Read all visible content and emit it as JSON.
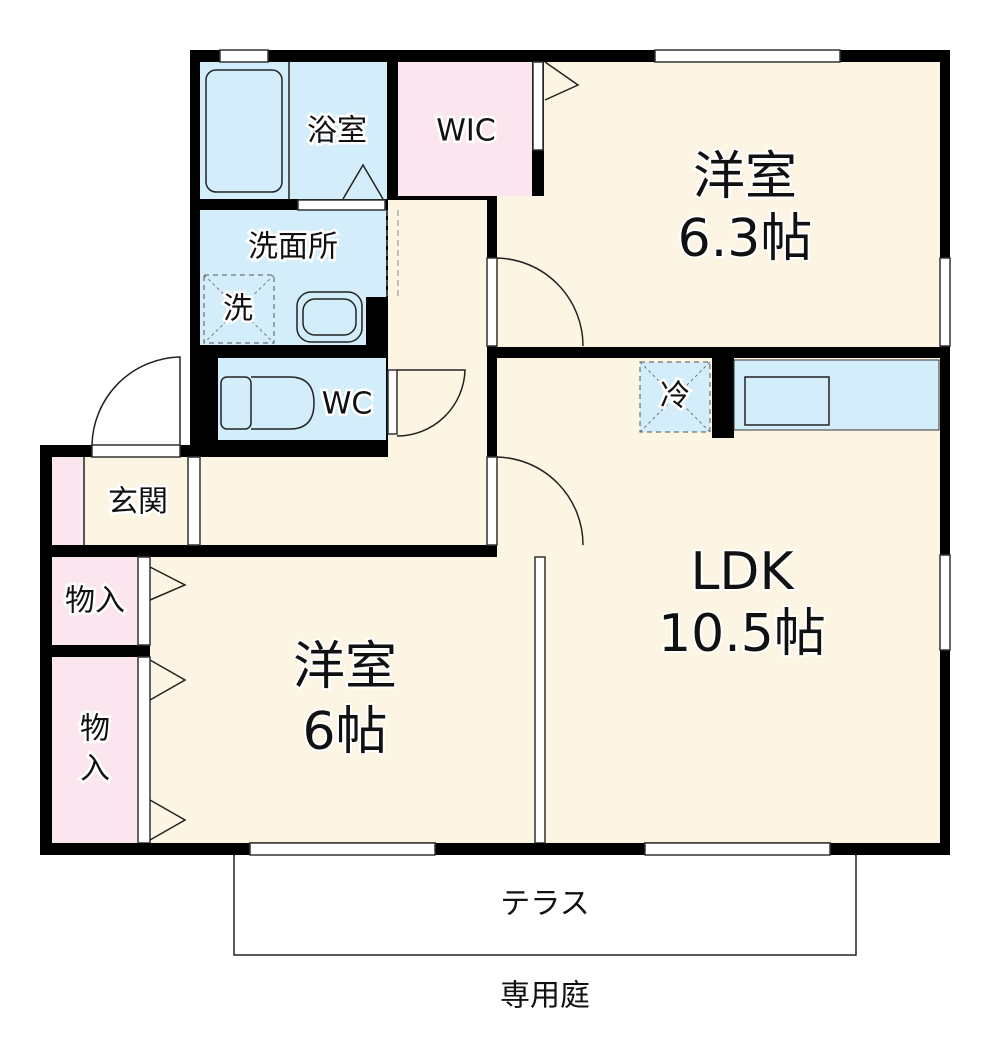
{
  "colors": {
    "wet_area": "#d3eefa",
    "storage": "#fbe6ef",
    "floor": "#fdf5e3",
    "wall": "#000000"
  },
  "rooms": {
    "bath": "浴室",
    "wic": "WIC",
    "western_room_1": {
      "name": "洋室",
      "size": "6.3帖"
    },
    "washroom": "洗面所",
    "washer": "洗",
    "wc": "WC",
    "fridge": "冷",
    "entrance": "玄関",
    "ldk": {
      "name": "LDK",
      "size": "10.5帖"
    },
    "closet_1": "物入",
    "closet_2_top": "物",
    "closet_2_bottom": "入",
    "western_room_2": {
      "name": "洋室",
      "size": "6帖"
    },
    "terrace": "テラス",
    "private_garden": "専用庭"
  }
}
